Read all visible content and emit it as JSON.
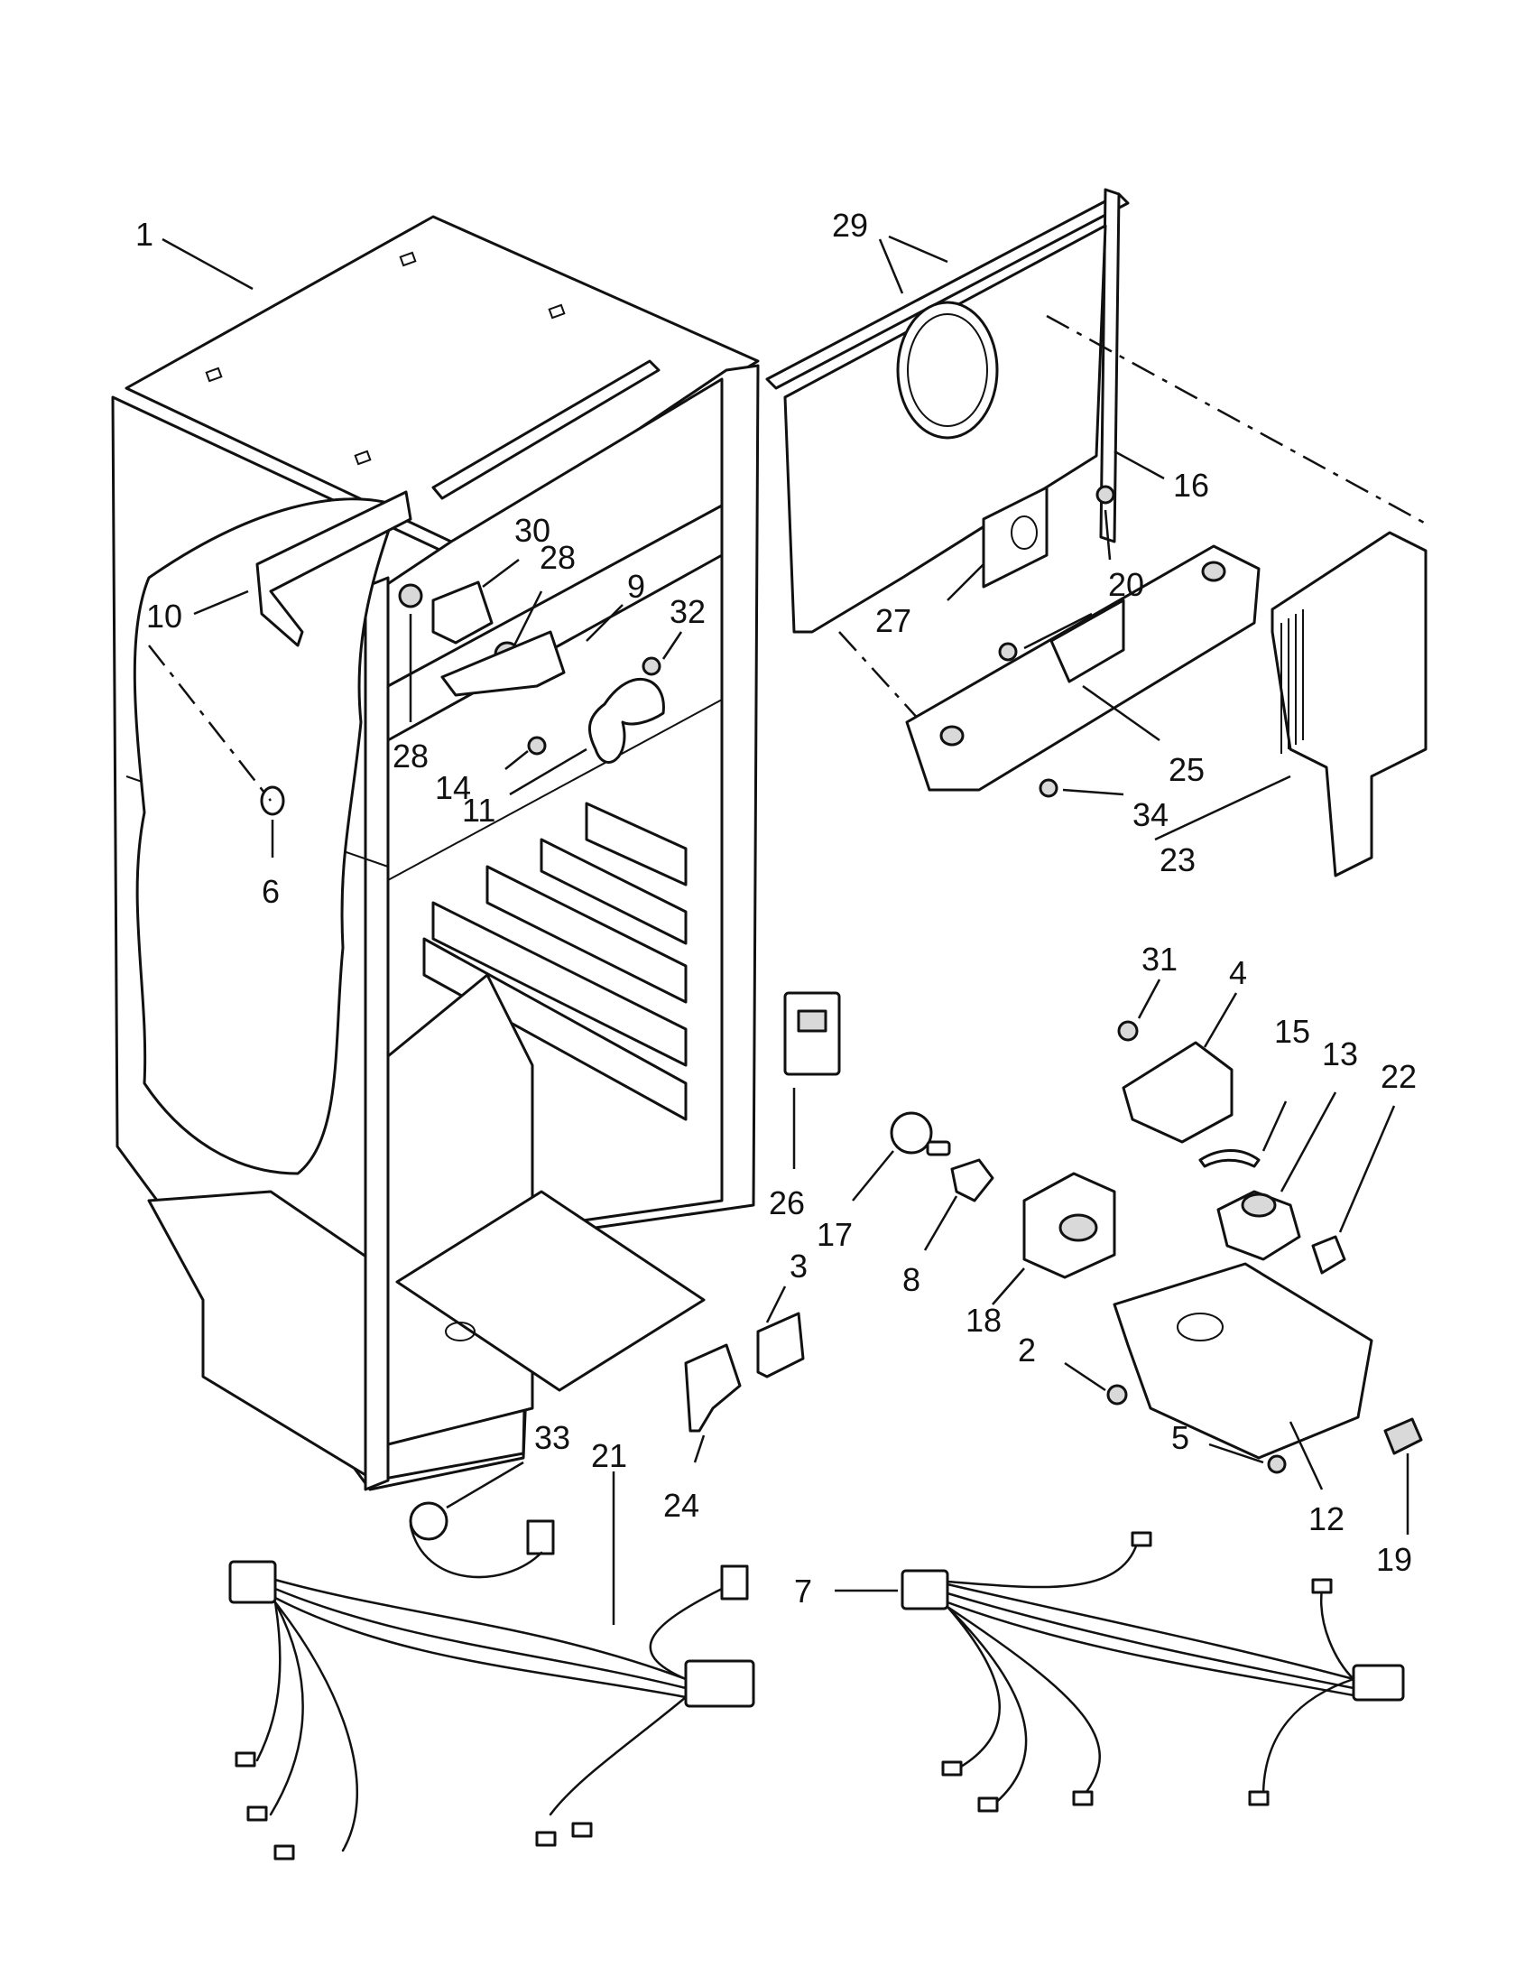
{
  "callouts": [
    {
      "id": "c1",
      "text": "1"
    },
    {
      "id": "c29",
      "text": "29"
    },
    {
      "id": "c30",
      "text": "30"
    },
    {
      "id": "c28a",
      "text": "28"
    },
    {
      "id": "c9",
      "text": "9"
    },
    {
      "id": "c32",
      "text": "32"
    },
    {
      "id": "c10",
      "text": "10"
    },
    {
      "id": "c28b",
      "text": "28"
    },
    {
      "id": "c14",
      "text": "14"
    },
    {
      "id": "c11",
      "text": "11"
    },
    {
      "id": "c6",
      "text": "6"
    },
    {
      "id": "c16",
      "text": "16"
    },
    {
      "id": "c20",
      "text": "20"
    },
    {
      "id": "c27",
      "text": "27"
    },
    {
      "id": "c25",
      "text": "25"
    },
    {
      "id": "c34",
      "text": "34"
    },
    {
      "id": "c23",
      "text": "23"
    },
    {
      "id": "c31",
      "text": "31"
    },
    {
      "id": "c4",
      "text": "4"
    },
    {
      "id": "c15",
      "text": "15"
    },
    {
      "id": "c13",
      "text": "13"
    },
    {
      "id": "c22",
      "text": "22"
    },
    {
      "id": "c26",
      "text": "26"
    },
    {
      "id": "c17",
      "text": "17"
    },
    {
      "id": "c8",
      "text": "8"
    },
    {
      "id": "c18",
      "text": "18"
    },
    {
      "id": "c3",
      "text": "3"
    },
    {
      "id": "c2",
      "text": "2"
    },
    {
      "id": "c5",
      "text": "5"
    },
    {
      "id": "c12",
      "text": "12"
    },
    {
      "id": "c19",
      "text": "19"
    },
    {
      "id": "c33",
      "text": "33"
    },
    {
      "id": "c21",
      "text": "21"
    },
    {
      "id": "c24",
      "text": "24"
    },
    {
      "id": "c7",
      "text": "7"
    }
  ]
}
